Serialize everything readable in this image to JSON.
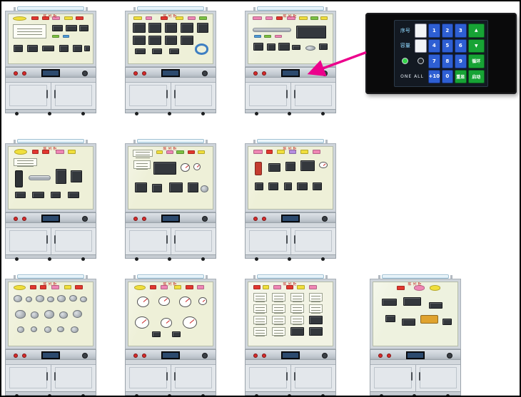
{
  "colors": {
    "arrow": "#ec008c",
    "key_blue": "#2e5fd3",
    "key_green": "#17a335"
  },
  "cabinet_common": {
    "title": "陈列柜"
  },
  "touch_panel": {
    "keypad_rows": [
      [
        {
          "t": "label",
          "v": "序号"
        },
        {
          "t": "display",
          "v": ""
        },
        {
          "t": "key",
          "v": "1"
        },
        {
          "t": "key",
          "v": "2"
        },
        {
          "t": "key",
          "v": "3"
        },
        {
          "t": "fn",
          "v": "▲"
        }
      ],
      [
        {
          "t": "label",
          "v": "容量"
        },
        {
          "t": "display",
          "v": ""
        },
        {
          "t": "key",
          "v": "4"
        },
        {
          "t": "key",
          "v": "5"
        },
        {
          "t": "key",
          "v": "6"
        },
        {
          "t": "fn",
          "v": "▼"
        }
      ],
      [
        {
          "t": "ind",
          "v": "on"
        },
        {
          "t": "ind",
          "v": "off"
        },
        {
          "t": "key",
          "v": "7"
        },
        {
          "t": "key",
          "v": "8"
        },
        {
          "t": "key",
          "v": "9"
        },
        {
          "t": "fn",
          "v": "循环"
        }
      ],
      [
        {
          "t": "label2",
          "v": "ONE ALL",
          "span": 2
        },
        {
          "t": "key",
          "v": "+10"
        },
        {
          "t": "key",
          "v": "0"
        },
        {
          "t": "fn",
          "v": "重显"
        },
        {
          "t": "fn",
          "v": "启动"
        }
      ]
    ]
  },
  "cabinets": [
    {
      "id": "1",
      "row": 1,
      "col": 1,
      "board_bg": "#eef0d8",
      "items": [
        [
          "o",
          5,
          4,
          16,
          9,
          "#f0df3c"
        ],
        [
          "r",
          27,
          5,
          9,
          7,
          "#e2372f"
        ],
        [
          "r",
          40,
          5,
          8,
          7,
          "#e2372f"
        ],
        [
          "r",
          52,
          5,
          9,
          7,
          "#ef86b4"
        ],
        [
          "r",
          66,
          5,
          10,
          7,
          "#f0df3c"
        ],
        [
          "r",
          80,
          5,
          9,
          7,
          "#e2372f"
        ],
        [
          "c",
          5,
          20,
          40,
          30
        ],
        [
          "d",
          52,
          22,
          12,
          13
        ],
        [
          "d",
          68,
          22,
          13,
          13
        ],
        [
          "d",
          84,
          22,
          11,
          13
        ],
        [
          "r",
          52,
          42,
          8,
          6,
          "#7cc143"
        ],
        [
          "r",
          64,
          42,
          8,
          6,
          "#4f9bd8"
        ],
        [
          "d",
          6,
          62,
          11,
          15
        ],
        [
          "d",
          22,
          62,
          13,
          15
        ],
        [
          "d",
          40,
          64,
          14,
          12
        ],
        [
          "d",
          60,
          62,
          11,
          15
        ],
        [
          "d",
          76,
          62,
          11,
          15
        ],
        [
          "d",
          90,
          64,
          7,
          12
        ]
      ]
    },
    {
      "id": "2",
      "row": 1,
      "col": 2,
      "board_bg": "#eef0d8",
      "items": [
        [
          "r",
          6,
          5,
          10,
          7,
          "#f0df3c"
        ],
        [
          "r",
          20,
          5,
          8,
          7,
          "#ef86b4"
        ],
        [
          "r",
          38,
          5,
          9,
          7,
          "#e2372f"
        ],
        [
          "r",
          56,
          5,
          9,
          7,
          "#f0df3c"
        ],
        [
          "r",
          70,
          5,
          10,
          7,
          "#ef86b4"
        ],
        [
          "r",
          84,
          5,
          9,
          7,
          "#7cc143"
        ],
        [
          "d",
          5,
          18,
          15,
          19
        ],
        [
          "d",
          24,
          18,
          15,
          19
        ],
        [
          "d",
          43,
          18,
          15,
          19
        ],
        [
          "d",
          62,
          18,
          15,
          19
        ],
        [
          "d",
          81,
          18,
          14,
          19
        ],
        [
          "d",
          5,
          44,
          15,
          19
        ],
        [
          "d",
          24,
          44,
          15,
          19
        ],
        [
          "d",
          43,
          44,
          15,
          19
        ],
        [
          "d",
          62,
          44,
          15,
          19
        ],
        [
          "ri",
          79,
          60,
          16,
          22,
          "#3e7fc2"
        ],
        [
          "d",
          8,
          70,
          12,
          11
        ],
        [
          "d",
          28,
          70,
          12,
          11
        ],
        [
          "d",
          48,
          70,
          12,
          11
        ]
      ]
    },
    {
      "id": "3",
      "row": 1,
      "col": 3,
      "board_bg": "#edf0dc",
      "items": [
        [
          "r",
          5,
          5,
          11,
          7,
          "#ef86b4"
        ],
        [
          "r",
          20,
          5,
          9,
          7,
          "#ef86b4"
        ],
        [
          "r",
          33,
          5,
          8,
          7,
          "#e2372f"
        ],
        [
          "r",
          46,
          5,
          10,
          7,
          "#ef86b4"
        ],
        [
          "r",
          60,
          5,
          10,
          7,
          "#f0df3c"
        ],
        [
          "r",
          74,
          5,
          9,
          7,
          "#7cc143"
        ],
        [
          "r",
          86,
          5,
          8,
          7,
          "#f0df3c"
        ],
        [
          "cy",
          5,
          27,
          46,
          9
        ],
        [
          "d",
          57,
          23,
          35,
          27
        ],
        [
          "r",
          7,
          42,
          8,
          6,
          "#4f9bd8"
        ],
        [
          "r",
          19,
          42,
          8,
          6,
          "#7cc143"
        ],
        [
          "r",
          31,
          42,
          9,
          6,
          "#ef86b4"
        ],
        [
          "d",
          6,
          58,
          12,
          16
        ],
        [
          "d",
          22,
          60,
          10,
          14
        ],
        [
          "d",
          36,
          58,
          13,
          16
        ],
        [
          "d",
          52,
          62,
          10,
          11
        ],
        [
          "g",
          68,
          64,
          12,
          10
        ],
        [
          "d",
          84,
          60,
          10,
          13
        ]
      ]
    },
    {
      "id": "4",
      "row": 2,
      "col": 1,
      "board_bg": "#eef0d8",
      "items": [
        [
          "o",
          7,
          4,
          15,
          9,
          "#f0df3c"
        ],
        [
          "r",
          28,
          5,
          8,
          7,
          "#e2372f"
        ],
        [
          "r",
          40,
          5,
          8,
          7,
          "#e2372f"
        ],
        [
          "r",
          56,
          5,
          10,
          7,
          "#ef86b4"
        ],
        [
          "r",
          70,
          5,
          10,
          7,
          "#f0df3c"
        ],
        [
          "c",
          6,
          18,
          28,
          13
        ],
        [
          "t",
          8,
          38,
          9,
          28
        ],
        [
          "cy",
          24,
          46,
          26,
          8
        ],
        [
          "d",
          56,
          36,
          13,
          24
        ],
        [
          "d",
          74,
          38,
          13,
          20
        ],
        [
          "d",
          8,
          72,
          12,
          11
        ],
        [
          "d",
          28,
          72,
          14,
          11
        ],
        [
          "d",
          50,
          72,
          12,
          11
        ],
        [
          "d",
          70,
          72,
          14,
          11
        ]
      ]
    },
    {
      "id": "5",
      "row": 2,
      "col": 2,
      "board_bg": "#eef0d8",
      "items": [
        [
          "c",
          5,
          5,
          24,
          11
        ],
        [
          "r",
          33,
          6,
          8,
          6,
          "#f0df3c"
        ],
        [
          "r",
          45,
          6,
          8,
          6,
          "#ef86b4"
        ],
        [
          "r",
          57,
          6,
          9,
          6,
          "#7cc143"
        ],
        [
          "r",
          70,
          6,
          9,
          6,
          "#e2372f"
        ],
        [
          "r",
          82,
          6,
          9,
          6,
          "#f0df3c"
        ],
        [
          "c",
          6,
          22,
          20,
          14
        ],
        [
          "d",
          30,
          24,
          27,
          21
        ],
        [
          "ga",
          62,
          26,
          11,
          14
        ],
        [
          "ga",
          77,
          26,
          9,
          12
        ],
        [
          "d",
          8,
          58,
          14,
          16
        ],
        [
          "d",
          28,
          60,
          12,
          14
        ],
        [
          "d",
          48,
          58,
          16,
          16
        ],
        [
          "d",
          70,
          58,
          13,
          16
        ],
        [
          "g",
          86,
          62,
          9,
          11
        ]
      ]
    },
    {
      "id": "6",
      "row": 2,
      "col": 3,
      "board_bg": "#eef0d8",
      "items": [
        [
          "r",
          6,
          5,
          11,
          7,
          "#ef86b4"
        ],
        [
          "r",
          21,
          5,
          8,
          7,
          "#e2372f"
        ],
        [
          "r",
          34,
          5,
          9,
          7,
          "#f0df3c"
        ],
        [
          "r",
          48,
          5,
          9,
          7,
          "#b58de0"
        ],
        [
          "r",
          62,
          5,
          9,
          7,
          "#f0df3c"
        ],
        [
          "r",
          76,
          5,
          10,
          7,
          "#ef86b4"
        ],
        [
          "t2",
          8,
          24,
          8,
          22,
          "#c43c30"
        ],
        [
          "d",
          24,
          26,
          14,
          14
        ],
        [
          "d",
          44,
          24,
          12,
          15
        ],
        [
          "d",
          62,
          22,
          17,
          17
        ],
        [
          "ga",
          84,
          24,
          10,
          11
        ],
        [
          "d",
          8,
          58,
          10,
          12
        ],
        [
          "d",
          24,
          58,
          12,
          12
        ],
        [
          "d",
          42,
          58,
          10,
          12
        ],
        [
          "d",
          58,
          58,
          12,
          12
        ],
        [
          "d",
          76,
          58,
          11,
          12
        ]
      ]
    },
    {
      "id": "7",
      "row": 3,
      "col": 1,
      "board_bg": "#eef0d8",
      "items": [
        [
          "o",
          6,
          4,
          14,
          8,
          "#f0df3c"
        ],
        [
          "r",
          25,
          5,
          8,
          6,
          "#e2372f"
        ],
        [
          "r",
          37,
          5,
          8,
          6,
          "#e2372f"
        ],
        [
          "r",
          51,
          5,
          9,
          6,
          "#ef86b4"
        ],
        [
          "r",
          66,
          5,
          9,
          6,
          "#f0df3c"
        ],
        [
          "r",
          79,
          5,
          9,
          6,
          "#e2372f"
        ],
        [
          "g",
          6,
          20,
          10,
          11
        ],
        [
          "g",
          20,
          22,
          8,
          9
        ],
        [
          "g",
          32,
          20,
          10,
          11
        ],
        [
          "g",
          46,
          22,
          8,
          9
        ],
        [
          "g",
          58,
          20,
          10,
          11
        ],
        [
          "g",
          72,
          20,
          9,
          10
        ],
        [
          "g",
          85,
          22,
          8,
          9
        ],
        [
          "g",
          8,
          44,
          12,
          13
        ],
        [
          "g",
          26,
          46,
          10,
          11
        ],
        [
          "g",
          42,
          44,
          12,
          13
        ],
        [
          "g",
          60,
          46,
          10,
          11
        ],
        [
          "g",
          76,
          44,
          11,
          12
        ],
        [
          "g",
          10,
          70,
          9,
          10
        ],
        [
          "g",
          26,
          70,
          8,
          9
        ],
        [
          "g",
          42,
          70,
          9,
          10
        ],
        [
          "g",
          58,
          70,
          8,
          9
        ],
        [
          "g",
          74,
          70,
          9,
          10
        ]
      ]
    },
    {
      "id": "8",
      "row": 3,
      "col": 2,
      "board_bg": "#eef0d8",
      "items": [
        [
          "o",
          7,
          4,
          13,
          8,
          "#f0df3c"
        ],
        [
          "r",
          25,
          5,
          8,
          6,
          "#e2372f"
        ],
        [
          "r",
          38,
          5,
          9,
          6,
          "#ef86b4"
        ],
        [
          "r",
          54,
          5,
          9,
          6,
          "#f0df3c"
        ],
        [
          "r",
          68,
          5,
          9,
          6,
          "#e2372f"
        ],
        [
          "r",
          81,
          5,
          9,
          6,
          "#ef86b4"
        ],
        [
          "ga",
          10,
          22,
          15,
          17
        ],
        [
          "ga",
          36,
          22,
          13,
          15
        ],
        [
          "ga",
          60,
          22,
          15,
          17
        ],
        [
          "ga",
          83,
          24,
          10,
          12
        ],
        [
          "ga",
          8,
          54,
          17,
          19
        ],
        [
          "ga",
          38,
          56,
          14,
          16
        ],
        [
          "ga",
          64,
          54,
          17,
          19
        ],
        [
          "d",
          28,
          78,
          10,
          9
        ],
        [
          "d",
          52,
          78,
          10,
          9
        ]
      ]
    },
    {
      "id": "9",
      "row": 3,
      "col": 3,
      "board_bg": "#f2f3e4",
      "items": [
        [
          "r",
          6,
          5,
          8,
          6,
          "#e2372f"
        ],
        [
          "r",
          17,
          5,
          8,
          6,
          "#f0df3c"
        ],
        [
          "r",
          30,
          5,
          9,
          6,
          "#ef86b4"
        ],
        [
          "r",
          45,
          5,
          8,
          6,
          "#e2372f"
        ],
        [
          "r",
          58,
          5,
          9,
          6,
          "#f0df3c"
        ],
        [
          "r",
          72,
          5,
          9,
          6,
          "#ef86b4"
        ],
        [
          "c",
          6,
          17,
          16,
          13
        ],
        [
          "c",
          28,
          17,
          16,
          13
        ],
        [
          "c",
          50,
          17,
          16,
          13
        ],
        [
          "c",
          72,
          17,
          16,
          13
        ],
        [
          "c",
          6,
          35,
          16,
          13
        ],
        [
          "c",
          28,
          35,
          16,
          13
        ],
        [
          "c",
          50,
          35,
          16,
          13
        ],
        [
          "c",
          72,
          35,
          16,
          13
        ],
        [
          "c",
          6,
          53,
          16,
          13
        ],
        [
          "c",
          28,
          53,
          16,
          13
        ],
        [
          "c",
          50,
          53,
          16,
          13
        ],
        [
          "d",
          72,
          53,
          16,
          13
        ],
        [
          "c",
          6,
          71,
          16,
          13
        ],
        [
          "c",
          28,
          71,
          16,
          13
        ],
        [
          "d",
          50,
          71,
          16,
          13
        ],
        [
          "d",
          72,
          71,
          16,
          13
        ]
      ]
    },
    {
      "id": "10",
      "row": 3,
      "col": 4,
      "board_bg": "#eef2df",
      "items": [
        [
          "o",
          48,
          5,
          13,
          8,
          "#ef86b4"
        ],
        [
          "o",
          67,
          5,
          13,
          8,
          "#f0df3c"
        ],
        [
          "r",
          28,
          6,
          9,
          6,
          "#e2372f"
        ],
        [
          "d",
          10,
          26,
          18,
          11
        ],
        [
          "d",
          36,
          24,
          21,
          13
        ],
        [
          "d",
          66,
          31,
          16,
          11
        ],
        [
          "d",
          14,
          52,
          12,
          11
        ],
        [
          "d",
          34,
          57,
          16,
          11
        ],
        [
          "t2",
          56,
          52,
          21,
          13,
          "#e0a32e"
        ],
        [
          "d",
          82,
          57,
          11,
          10
        ]
      ]
    }
  ]
}
